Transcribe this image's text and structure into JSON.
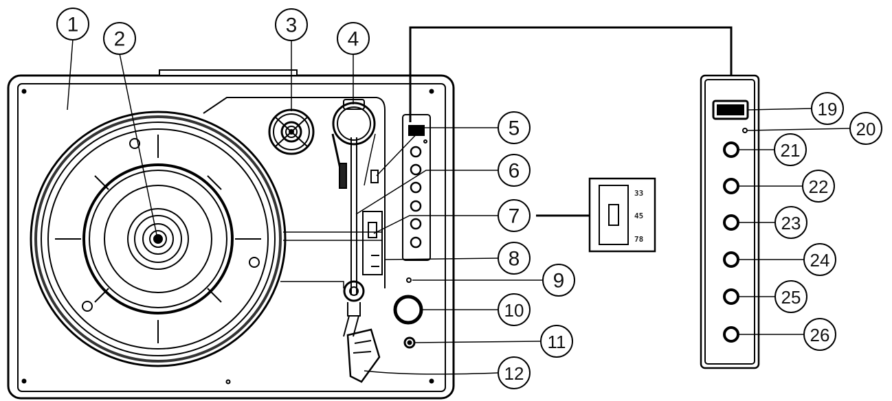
{
  "callouts": {
    "c1": "1",
    "c2": "2",
    "c3": "3",
    "c4": "4",
    "c5": "5",
    "c6": "6",
    "c7": "7",
    "c8": "8",
    "c9": "9",
    "c10": "10",
    "c11": "11",
    "c12": "12",
    "c19": "19",
    "c20": "20",
    "c21": "21",
    "c22": "22",
    "c23": "23",
    "c24": "24",
    "c25": "25",
    "c26": "26"
  },
  "speed_selector": {
    "s33": "33",
    "s45": "45",
    "s78": "78"
  }
}
